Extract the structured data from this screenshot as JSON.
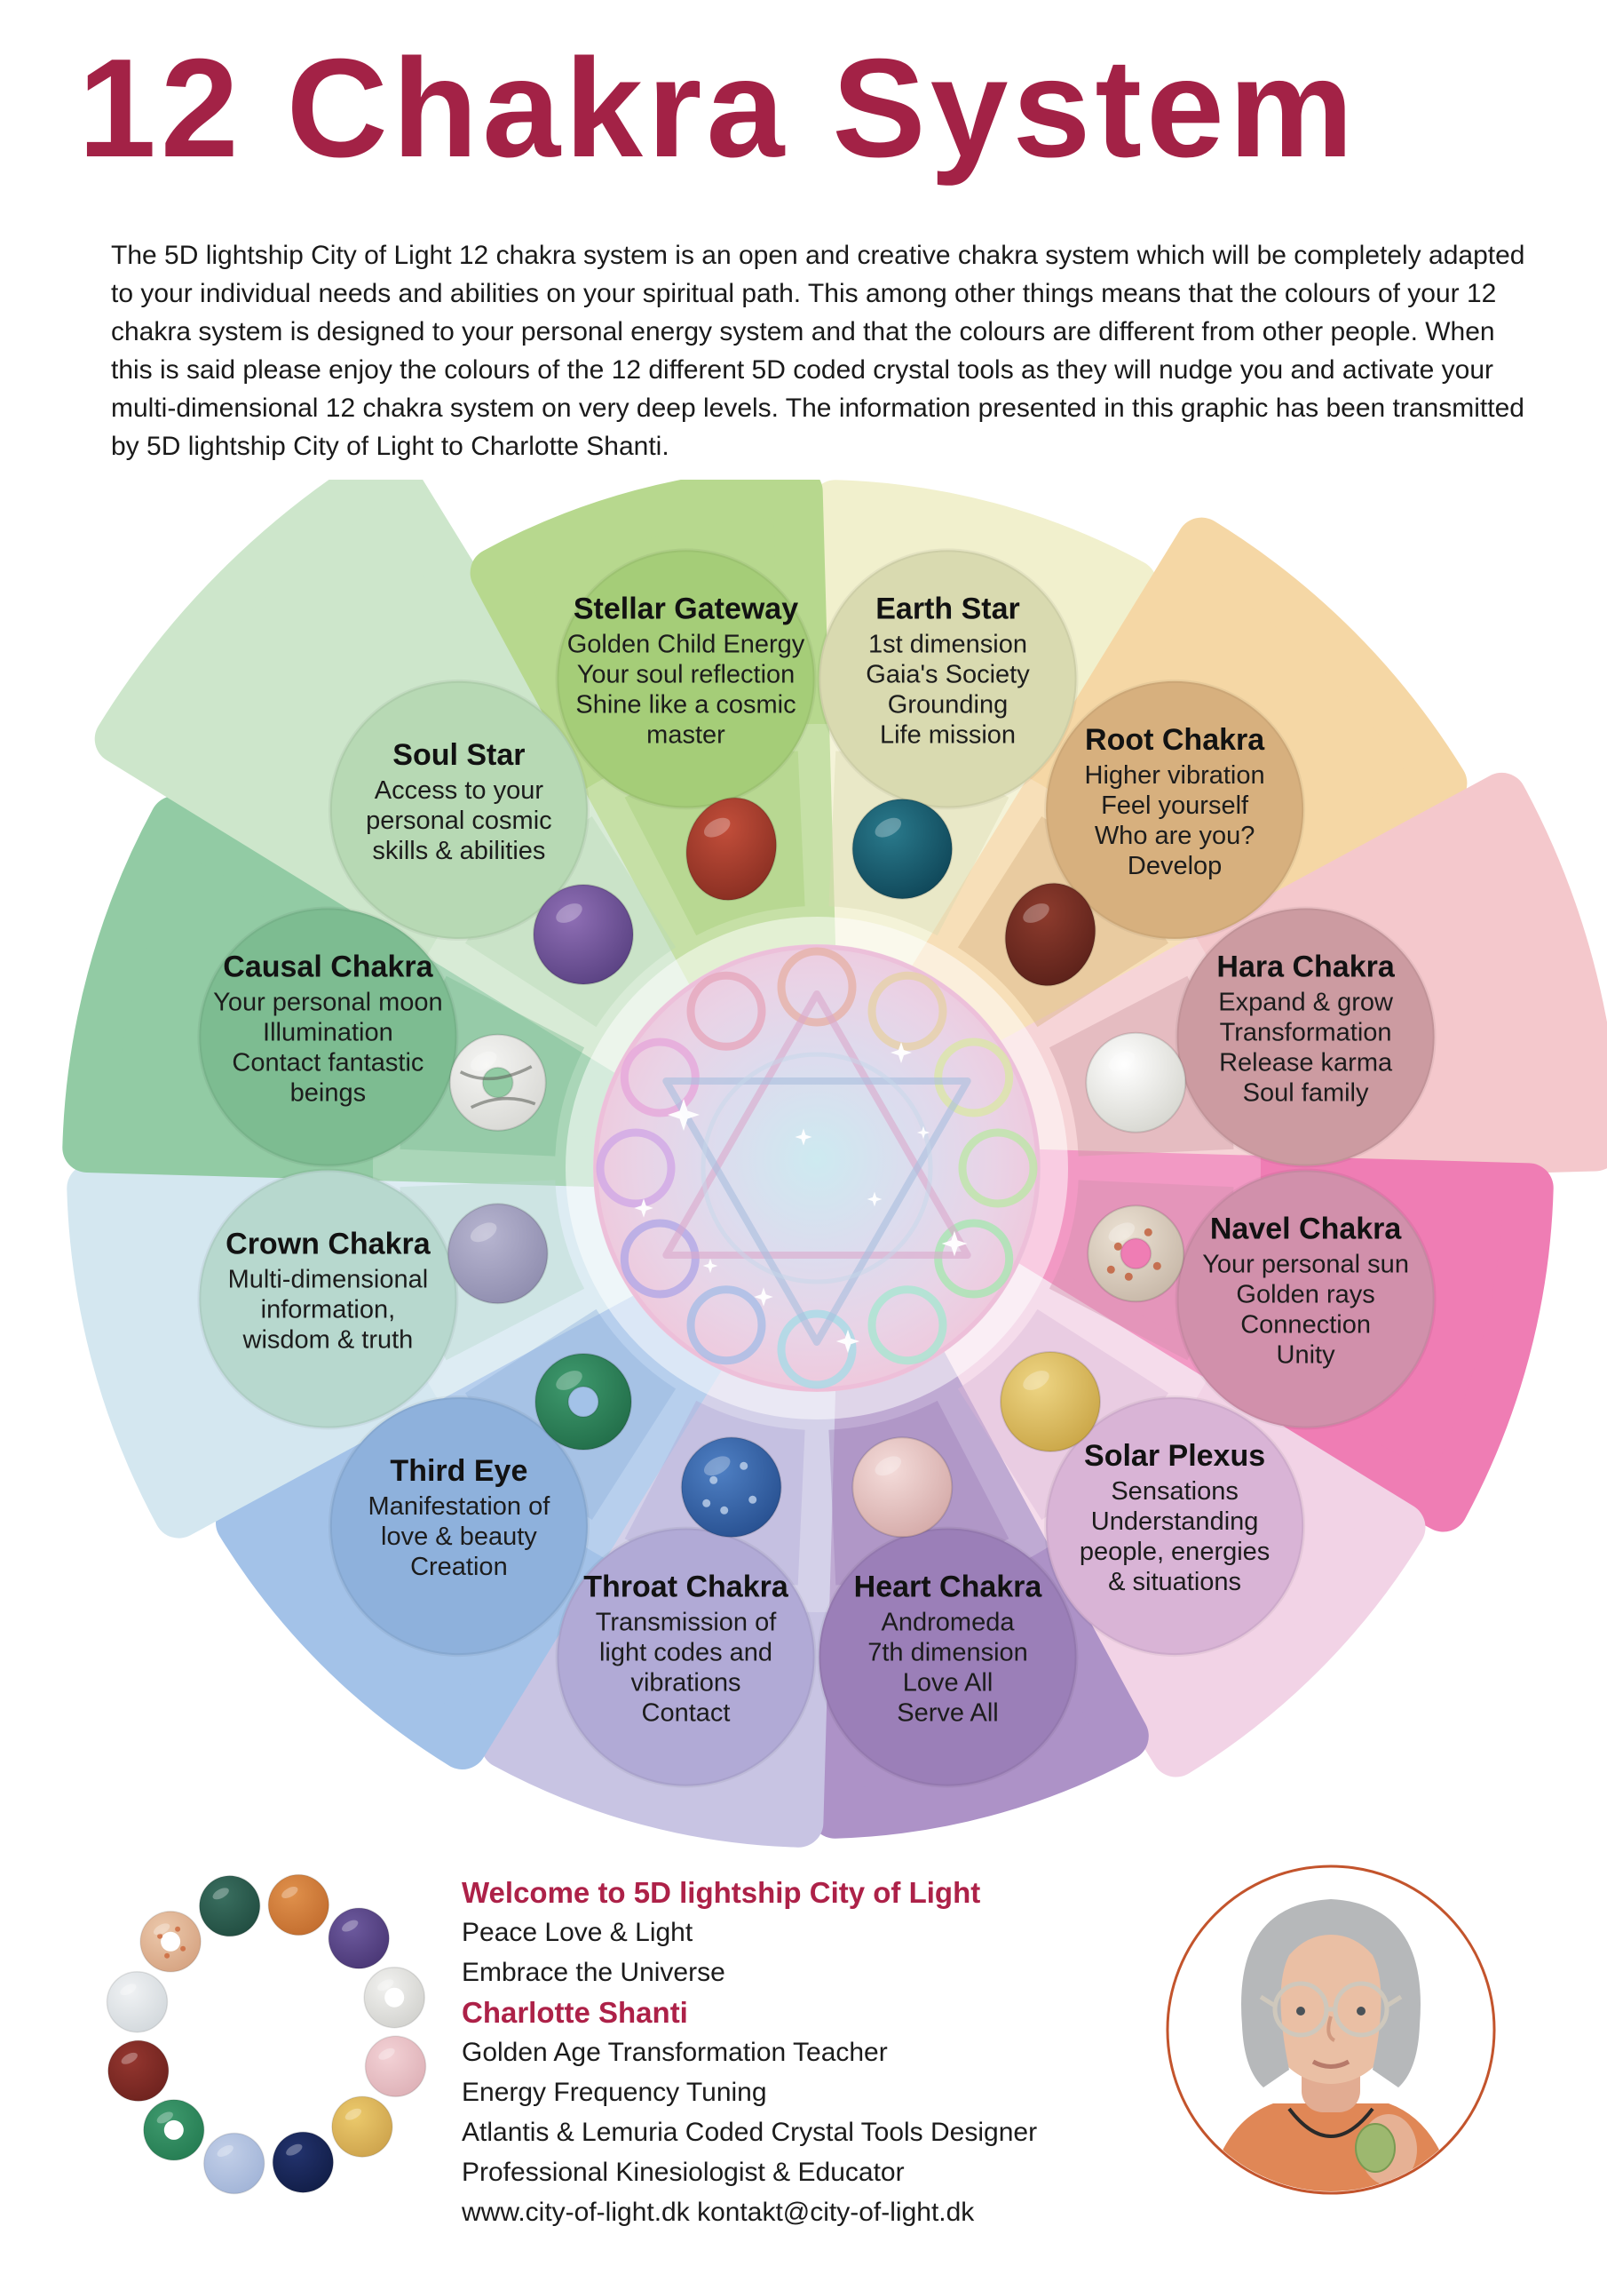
{
  "poster": {
    "title": "12 Chakra System",
    "intro": "The 5D lightship City of Light 12 chakra system is an open and creative chakra system which will be completely adapted to your individual needs and abilities on your spiritual path. This among other things means that the colours of your 12 chakra system is designed to your personal energy system and that the colours are different from other people. When this is said please enjoy the colours of the 12 different 5D coded crystal tools as they will nudge you and activate your multi-dimensional 12 chakra system on very deep levels. The information presented in this graphic has been transmitted by 5D lightship City of Light to Charlotte Shanti."
  },
  "colors": {
    "title_red": "#a32246",
    "accent_red": "#ad2148",
    "body_text": "#1a1a1a"
  },
  "wheel": {
    "segments": [
      {
        "name": "earth-star",
        "title": "Earth Star",
        "lines": [
          "1st dimension",
          "Gaia's Society",
          "Grounding",
          "Life mission"
        ],
        "color": "#f1f0cd",
        "bubble": "#d9dab0",
        "outer": 775,
        "stone": {
          "shape": "round",
          "c1": "#2a7a8c",
          "c2": "#0d4254"
        }
      },
      {
        "name": "root-chakra",
        "title": "Root Chakra",
        "lines": [
          "Higher vibration",
          "Feel yourself",
          "Who are you?",
          "Develop"
        ],
        "color": "#f5d7a5",
        "bubble": "#d7b07e",
        "outer": 855,
        "stone": {
          "shape": "oval",
          "c1": "#8d3b2d",
          "c2": "#571f18"
        }
      },
      {
        "name": "hara-chakra",
        "title": "Hara Chakra",
        "lines": [
          "Expand & grow",
          "Transformation",
          "Release karma",
          "Soul family"
        ],
        "color": "#f4c8cc",
        "bubble": "#cc9ba1",
        "outer": 905,
        "stone": {
          "shape": "round",
          "c1": "#ffffff",
          "c2": "#d3d3cc"
        }
      },
      {
        "name": "navel-chakra",
        "title": "Navel Chakra",
        "lines": [
          "Your personal sun",
          "Golden rays",
          "Connection",
          "Unity"
        ],
        "color": "#ef7db4",
        "bubble": "#d190ab",
        "outer": 830,
        "stone": {
          "shape": "donut",
          "c1": "#ece2d4",
          "c2": "#c4b4a4",
          "spots": "#c2603e"
        }
      },
      {
        "name": "solar-plexus",
        "title": "Solar Plexus",
        "lines": [
          "Sensations",
          "Understanding",
          "people, energies",
          "& situations"
        ],
        "color": "#f2d3e6",
        "bubble": "#d9b4d6",
        "outer": 800,
        "stone": {
          "shape": "round",
          "c1": "#eed584",
          "c2": "#c7a242"
        }
      },
      {
        "name": "heart-chakra",
        "title": "Heart Chakra",
        "lines": [
          "Andromeda",
          "7th dimension",
          "Love All",
          "Serve All"
        ],
        "color": "#ad92c7",
        "bubble": "#9b7fb8",
        "outer": 755,
        "stone": {
          "shape": "round",
          "c1": "#f4dcda",
          "c2": "#d2a6a4"
        }
      },
      {
        "name": "throat-chakra",
        "title": "Throat Chakra",
        "lines": [
          "Transmission of",
          "light codes and",
          "vibrations",
          "Contact"
        ],
        "color": "#c8c4e3",
        "bubble": "#b1aad6",
        "outer": 765,
        "stone": {
          "shape": "round",
          "c1": "#4f80c4",
          "c2": "#244c8c",
          "spots": "#b9cce8"
        }
      },
      {
        "name": "third-eye",
        "title": "Third Eye",
        "lines": [
          "Manifestation of",
          "love & beauty",
          "Creation"
        ],
        "color": "#a3c2e8",
        "bubble": "#8eb1dc",
        "outer": 790,
        "stone": {
          "shape": "donut",
          "c1": "#3f9a6e",
          "c2": "#1f6a46"
        }
      },
      {
        "name": "crown-chakra",
        "title": "Crown Chakra",
        "lines": [
          "Multi-dimensional",
          "information,",
          "wisdom & truth"
        ],
        "color": "#d4e7f0",
        "bubble": "#b7d8ce",
        "outer": 845,
        "stone": {
          "shape": "round",
          "c1": "#b7b5d0",
          "c2": "#8c8aac"
        }
      },
      {
        "name": "causal-chakra",
        "title": "Causal Chakra",
        "lines": [
          "Your personal moon",
          "Illumination",
          "Contact fantastic",
          "beings"
        ],
        "color": "#92cba4",
        "bubble": "#7dbc91",
        "outer": 850,
        "stone": {
          "shape": "donut",
          "c1": "#f5f5f3",
          "c2": "#d6d6d2",
          "veins": "#62665f"
        }
      },
      {
        "name": "soul-star",
        "title": "Soul Star",
        "lines": [
          "Access to your",
          "personal cosmic",
          "skills & abilities"
        ],
        "color": "#cde6cb",
        "bubble": "#b7d9b4",
        "outer": 950,
        "stone": {
          "shape": "round",
          "c1": "#8f6fb5",
          "c2": "#553e7e"
        }
      },
      {
        "name": "stellar-gateway",
        "title": "Stellar Gateway",
        "lines": [
          "Golden Child Energy",
          "Your soul reflection",
          "Shine like a cosmic",
          "master"
        ],
        "color": "#b7d88e",
        "bubble": "#a5cd78",
        "outer": 790,
        "stone": {
          "shape": "oval",
          "c1": "#c24e3a",
          "c2": "#842c20"
        }
      }
    ]
  },
  "footer": {
    "ring_stones": [
      {
        "name": "jade-green",
        "shape": "round",
        "c1": "#3a6f60",
        "c2": "#1f4a3e"
      },
      {
        "name": "carnelian-orange",
        "shape": "round",
        "c1": "#e0914c",
        "c2": "#c06a2c"
      },
      {
        "name": "amethyst-purple",
        "shape": "round",
        "c1": "#6d5a9e",
        "c2": "#473472"
      },
      {
        "name": "howlite-donut",
        "shape": "donut",
        "c1": "#f2f2f0",
        "c2": "#cfcfcb"
      },
      {
        "name": "rose-quartz",
        "shape": "round",
        "c1": "#f3d2d6",
        "c2": "#dcaeb4"
      },
      {
        "name": "yellow-calcite",
        "shape": "round",
        "c1": "#ecca6c",
        "c2": "#cba04a"
      },
      {
        "name": "navy-sodalite",
        "shape": "round",
        "c1": "#23336e",
        "c2": "#101c44"
      },
      {
        "name": "blue-lace",
        "shape": "round",
        "c1": "#c2cfe8",
        "c2": "#9fb2d6"
      },
      {
        "name": "aventurine-donut",
        "shape": "donut",
        "c1": "#3f9a6e",
        "c2": "#237a50"
      },
      {
        "name": "red-jasper",
        "shape": "round",
        "c1": "#94362f",
        "c2": "#6b211d"
      },
      {
        "name": "clear-quartz",
        "shape": "round",
        "c1": "#f0f2f4",
        "c2": "#d0d6da"
      },
      {
        "name": "sunstone-donut",
        "shape": "donut",
        "c1": "#ecc9ac",
        "c2": "#d4a07e",
        "spots": "#cc6a3e"
      }
    ],
    "welcome_heading": "Welcome to 5D lightship City of Light",
    "line1": "Peace Love & Light",
    "line2": "Embrace the Universe",
    "person_name": "Charlotte Shanti",
    "role1": "Golden Age Transformation Teacher",
    "role2": "Energy Frequency Tuning",
    "role3": "Atlantis & Lemuria Coded Crystal Tools Designer",
    "role4": "Professional Kinesiologist & Educator",
    "contact": "www.city-of-light.dk kontakt@city-of-light.dk"
  }
}
